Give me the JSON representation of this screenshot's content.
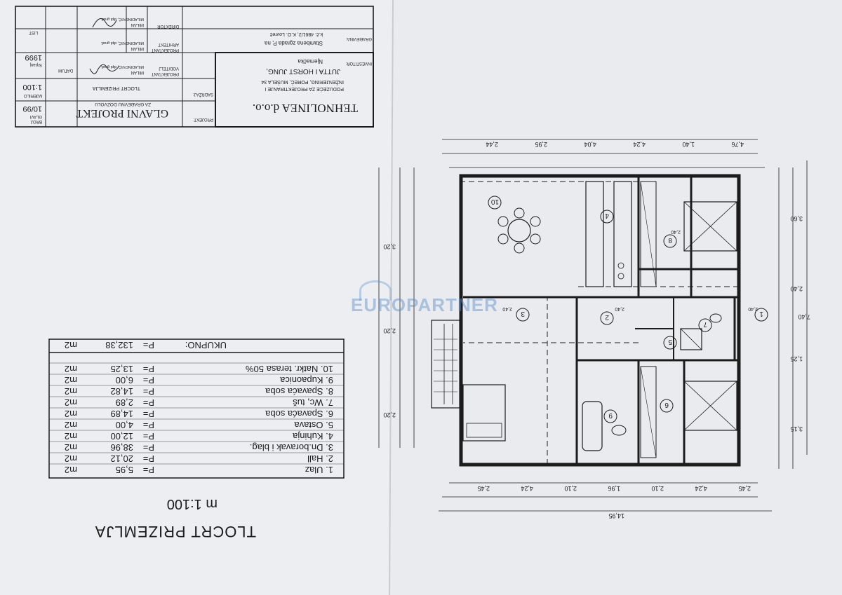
{
  "drawing": {
    "title": "TLOCRT PRIZEMLJA",
    "scale": "m 1:100"
  },
  "area_table": {
    "rows": [
      {
        "name": "1. Ulaz",
        "p": "P=",
        "value": "5,95",
        "unit": "m2"
      },
      {
        "name": "2. Hall",
        "p": "P=",
        "value": "20,12",
        "unit": "m2"
      },
      {
        "name": "3. Dn.boravak i blag.",
        "p": "P=",
        "value": "38,96",
        "unit": "m2"
      },
      {
        "name": "4. Kuhinja",
        "p": "P=",
        "value": "12,00",
        "unit": "m2"
      },
      {
        "name": "5. Ostava",
        "p": "P=",
        "value": "4,00",
        "unit": "m2"
      },
      {
        "name": "6. Spavaća soba",
        "p": "P=",
        "value": "14,89",
        "unit": "m2"
      },
      {
        "name": "7. Wc, tuš",
        "p": "P=",
        "value": "2,89",
        "unit": "m2"
      },
      {
        "name": "8. Spavaća soba",
        "p": "P=",
        "value": "14,82",
        "unit": "m2"
      },
      {
        "name": "9. Kupaonica",
        "p": "P=",
        "value": "6,00",
        "unit": "m2"
      },
      {
        "name": "10. Natkr. terasa 50%",
        "p": "P=",
        "value": "13,25",
        "unit": "m2"
      }
    ],
    "total_label": "UKUPNO:",
    "total_p": "P=",
    "total_value": "132,38",
    "total_unit": "m2"
  },
  "title_block": {
    "company": "TEHNOLINEA d.o.o.",
    "company_sub1": "PODUZEĆE ZA PROJEKTIRANJE I",
    "company_sub2": "INŽENJERING, POREČ, MUŠELA 34",
    "project_label": "PROJEKT:",
    "project_value": "GLAVNI PROJEKT",
    "project_sub": "ZA GRAĐEVNU DOZVOLU",
    "sheet_no_label": "BROJ",
    "sheet_no_sub": "GLAVI",
    "sheet_no_value": "10/99",
    "content_label": "SADRŽAJ:",
    "content_value": "TLOCRT PRIZEMLJA",
    "scale_label": "MJERILO",
    "scale_value": "1:100",
    "investor_label": "INVESTITOR:",
    "investor_value": "JUTTA I HORST JUNG,",
    "investor_value2": "Njemačka",
    "building_label": "GRAĐEVINA:",
    "building_value": "Stambena zgrada P, na",
    "building_value2": "k.č. 4861/2, K.O. Lovreč",
    "date_label": "DATUM",
    "date_sub": "Srpanj",
    "date_value": "1999",
    "sheet_label": "LIST",
    "roles": [
      {
        "role": "PROJEKTANT",
        "role2": "VODITELJ",
        "name": "MILAN",
        "name2": "MILADINOVIĆ, dipl.građ."
      },
      {
        "role": "PROJEKTANT",
        "role2": "ARHITEKT",
        "name": "MILAN",
        "name2": "MILADINOVIĆ, dipl.građ."
      },
      {
        "role": "DIREKTOR",
        "role2": "",
        "name": "MILAN",
        "name2": "MILADINOVIĆ, dipl.građ."
      }
    ]
  },
  "rooms": [
    "1",
    "2",
    "3",
    "4",
    "5",
    "6",
    "7",
    "8",
    "9",
    "10"
  ],
  "dimensions": {
    "top_total": "14,95",
    "left_total": "7,40",
    "left_parts": [
      "2,20",
      "2,20",
      "3,20"
    ],
    "right_parts": [
      "3,15",
      "1,25",
      "2,40",
      "3,60"
    ],
    "bottom_parts": [
      "2,45",
      "4,24",
      "2,10",
      "1,96",
      "2,10",
      "4,24",
      "2,45"
    ],
    "top_parts": [
      "4,76",
      "1,40",
      "4,24",
      "4,04",
      "2,95",
      "2,44"
    ],
    "heights": [
      "2,40",
      "2,40",
      "2,40",
      "2,40"
    ]
  },
  "watermark": "EUROPARTNER",
  "colors": {
    "paper": "#eef0f3",
    "ink": "#1c1c1c",
    "watermark": "#5a8cc8"
  }
}
